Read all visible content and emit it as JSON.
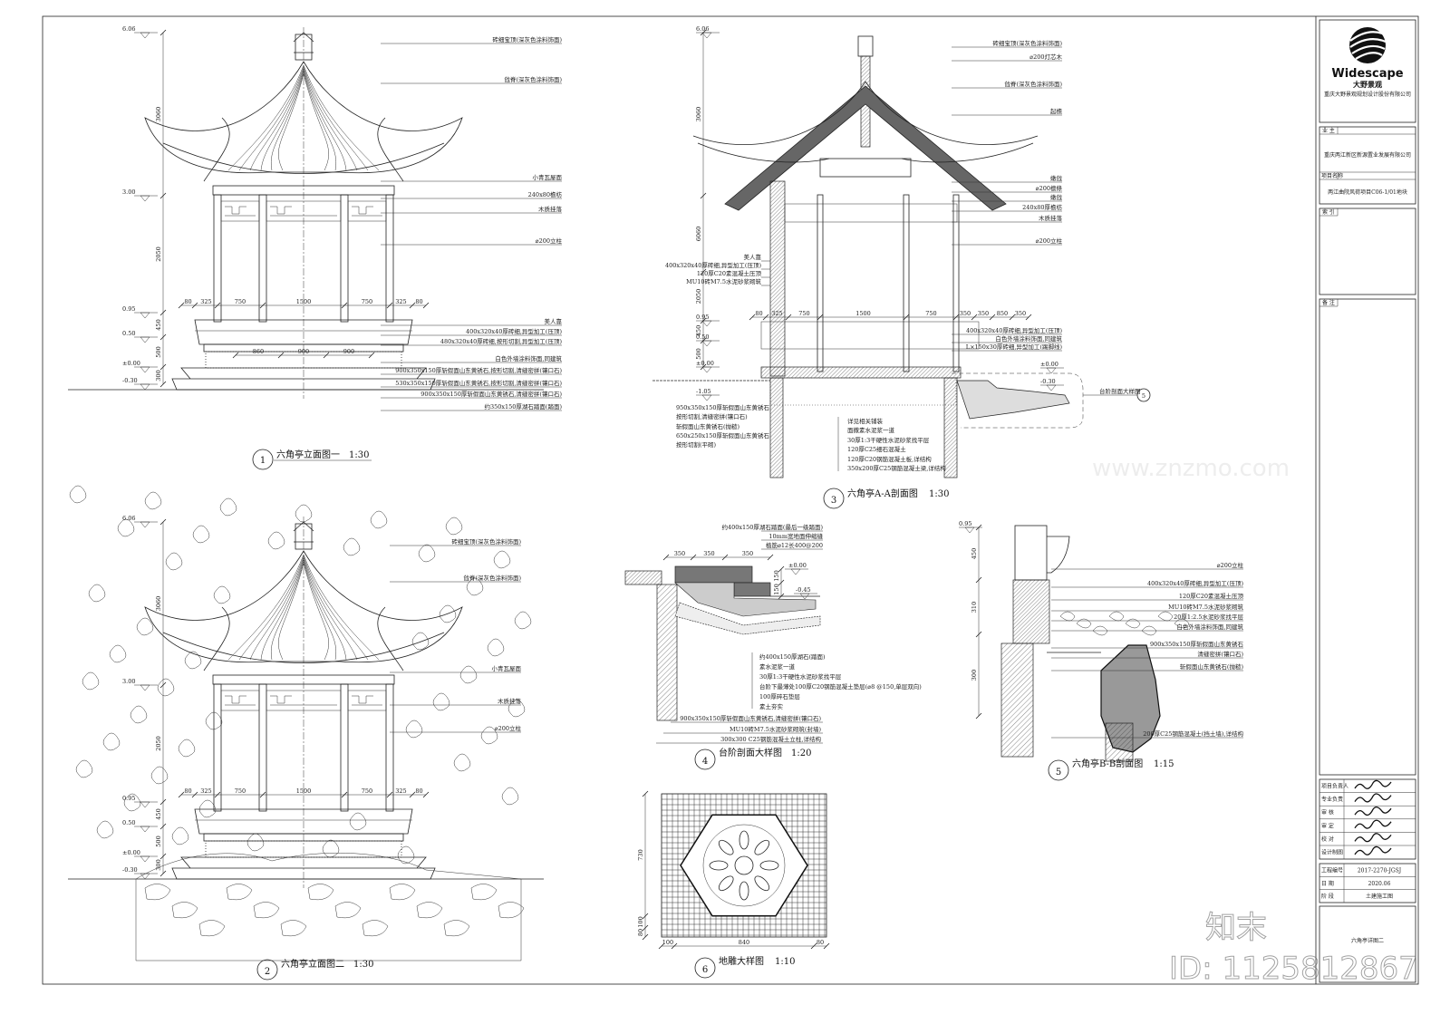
{
  "drawings": [
    {
      "num": "1",
      "title": "六角亭立面图一",
      "scale": "1:30"
    },
    {
      "num": "2",
      "title": "六角亭立面图二",
      "scale": "1:30"
    },
    {
      "num": "3",
      "title": "六角亭A-A剖面图",
      "scale": "1:30"
    },
    {
      "num": "4",
      "title": "台阶剖面大样图",
      "scale": "1:20"
    },
    {
      "num": "5",
      "title": "六角亭B-B剖面图",
      "scale": "1:15"
    },
    {
      "num": "6",
      "title": "地雕大样图",
      "scale": "1:10"
    }
  ],
  "elev1": {
    "levels": [
      "6.06",
      "3.00",
      "0.95",
      "0.50",
      "±0.00",
      "-0.30"
    ],
    "vdims": [
      "3060",
      "2050",
      "450",
      "500",
      "300"
    ],
    "hdims": [
      "80",
      "325",
      "750",
      "1500",
      "750",
      "325",
      "80"
    ],
    "base_dims": [
      "860",
      "900",
      "900"
    ],
    "labels": [
      "砖细宝顶(深灰色涂料饰面)",
      "戗脊(深灰色涂料饰面)",
      "小青瓦屋面",
      "240x80檐枋",
      "木质挂落",
      "⌀200立柱",
      "美人靠",
      "400x320x40厚砖细,异型加工(压顶)",
      "480x320x40厚砖细,按形切割,异型加工(压顶)",
      "白色外墙涂料饰面,同建筑",
      "900x350x150厚斩假面山东黄锈石,按形切割,清缝密拼(镶口石)",
      "530x350x150厚斩假面山东黄锈石,按形切割,清缝密拼(镶口石)",
      "900x350x150厚斩假面山东黄锈石,清缝密拼(镶口石)",
      "约350x150厚湖石踏面(踏面)"
    ]
  },
  "elev2": {
    "levels": [
      "6.06",
      "3.00",
      "0.95",
      "0.50",
      "±0.00",
      "-0.30"
    ],
    "vdims": [
      "3060",
      "2050",
      "450",
      "500",
      "300"
    ],
    "hdims": [
      "80",
      "325",
      "750",
      "1500",
      "750",
      "325",
      "80"
    ],
    "labels": [
      "砖细宝顶(深灰色涂料饰面)",
      "戗脊(深灰色涂料饰面)",
      "小青瓦屋面",
      "木质挂落",
      "⌀200立柱"
    ]
  },
  "section_aa": {
    "levels": [
      "6.06",
      "0.95",
      "0.50",
      "±0.00",
      "-1.05",
      "±0.00",
      "-0.30"
    ],
    "vdims": [
      "3060",
      "6060",
      "2050",
      "450",
      "500"
    ],
    "hdims": [
      "80",
      "325",
      "750",
      "1500",
      "750",
      "350",
      "350",
      "850",
      "350"
    ],
    "labels_right": [
      "砖细宝顶(深灰色涂料饰面)",
      "⌀200灯芯木",
      "戗脊(深灰色涂料饰面)",
      "起檐",
      "嫩戗",
      "⌀200檩條",
      "嫩戗",
      "240x80厚檐枋",
      "木质挂落",
      "⌀200立柱",
      "400x320x40厚砖细,异型加工(压顶)",
      "白色外墙涂料饰面,同建筑",
      "L×150x30厚砖细,异型加工(踢脚线)"
    ],
    "labels_left": [
      "美人靠",
      "400x320x40厚砖细,异型加工(压顶)",
      "120厚C20素混凝土压顶",
      "MU10砖M7.5水泥砂浆砌筑"
    ],
    "labels_bottom_left": [
      "950x350x150厚斩假面山东黄锈石",
      "按形切割,清缝密拼(镶口石)",
      "斩假面山东黄锈石(抛糙)",
      "650x250x150厚斩假面山东黄锈石",
      "按形切割(平砌)"
    ],
    "labels_mid": [
      "详见相关铺装",
      "面撒素水泥浆一道",
      "30厚1:3干硬性水泥砂浆找平层",
      "120厚C25细石混凝土",
      "120厚C20钢筋混凝土板,详结构",
      "350x200厚C25钢筋混凝土梁,详结构"
    ],
    "callout": {
      "text": "台阶剖面大样图",
      "num": "5"
    }
  },
  "step_detail": {
    "levels": [
      "±0.00",
      "-0.45"
    ],
    "hdims": [
      "350",
      "350",
      "350"
    ],
    "vdims": [
      "150",
      "150"
    ],
    "labels_top": [
      "约400x150厚湖石踏面(最后一级踏面)",
      "10mm宽地面伸缩缝",
      "植筋⌀12长400@200"
    ],
    "labels_bottom": [
      "约400x150厚湖石(踏面)",
      "素水泥浆一道",
      "30厚1:3干硬性水泥砂浆找平层",
      "台阶下最薄处100厚C20钢筋混凝土垫层(⌀8 @150,单层双向)",
      "100厚碎石垫层",
      "素土夯实",
      "900x350x150厚斩假面山东黄锈石,清缝密拼(镶口石)",
      "MU10砖M7.5水泥砂浆砌筑(封墙)",
      "300x300 C25钢筋混凝土立柱,详结构"
    ]
  },
  "section_bb": {
    "levels": [
      "0.95"
    ],
    "vdims": [
      "450",
      "310",
      "300"
    ],
    "labels": [
      "⌀200立柱",
      "400x320x40厚砖细,异型加工(压顶)",
      "120厚C20素混凝土压顶",
      "MU10砖M7.5水泥砂浆砌筑",
      "20厚1:2.5水泥砂浆找平层",
      "白色外墙涂料饰面,同建筑",
      "900x350x150厚斩假面山东黄锈石",
      "清缝密拼(镶口石)",
      "斩假面山东黄锈石(抛糙)",
      "200厚C25钢筋混凝土(挡土墙),详结构"
    ]
  },
  "carving": {
    "vdims": [
      "730",
      "100",
      "80"
    ],
    "hdims": [
      "100",
      "840",
      "80"
    ]
  },
  "title_block": {
    "brand": "Widescape",
    "brand_cn": "大野景观",
    "company": "重庆大野景观规划设计股份有限公司",
    "owner_label": "业 主",
    "owner": "重庆两江新区新源置业发展有限公司",
    "project_label": "项目名称",
    "project": "两江曲院风荷项目C06-1/01地块",
    "index_label": "索 引",
    "remarks_label": "备 注",
    "roles": [
      "项目负责人",
      "专业负责",
      "审 核",
      "审 定",
      "校 对",
      "设计制图"
    ],
    "info": [
      {
        "label": "工程编号",
        "value": "2017-2270-JGSJ"
      },
      {
        "label": "日 期",
        "value": "2020.06"
      },
      {
        "label": "阶 段",
        "value": "土建施工图"
      }
    ],
    "drawing_name": "六角亭详图二"
  },
  "watermark": {
    "site": "www.znzmo.com",
    "brand": "知末",
    "id": "ID: 1125812867"
  }
}
